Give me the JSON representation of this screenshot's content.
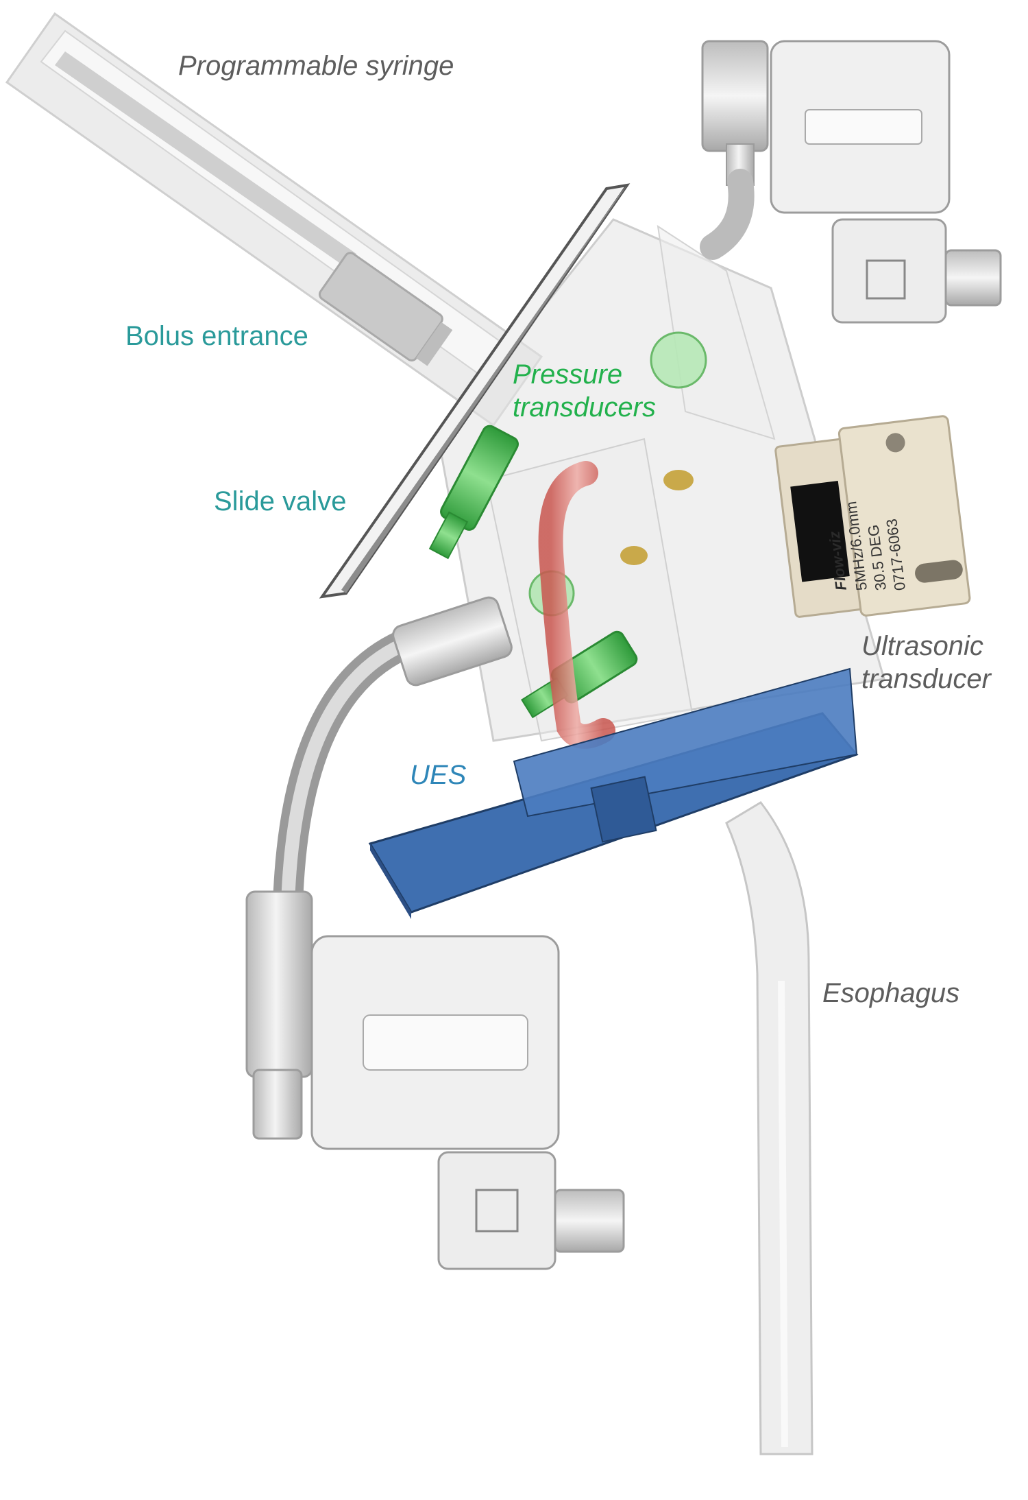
{
  "labels": {
    "programmable_syringe": "Programmable syringe",
    "bolus_entrance": "Bolus entrance",
    "pressure_transducers": [
      "Pressure",
      "transducers"
    ],
    "slide_valve": "Slide valve",
    "ultrasonic_transducer": [
      "Ultrasonic",
      "transducer"
    ],
    "ues": "UES",
    "esophagus": "Esophagus"
  },
  "probe_plate": {
    "text_lines": [
      "5MHz/6.0mm",
      "30.5 DEG",
      "0717-6063"
    ],
    "brand": "Flow-viz"
  },
  "colors": {
    "label_teal": "#2a9a9a",
    "label_grey": "#5d5d5d",
    "label_green": "#22b14c",
    "label_blue": "#2e86b8",
    "ues_block": "#3f6fb0",
    "red_tube": "#d9706a",
    "green_fitting": "#4fc45a",
    "probe_plate": "#e5dcc8"
  }
}
